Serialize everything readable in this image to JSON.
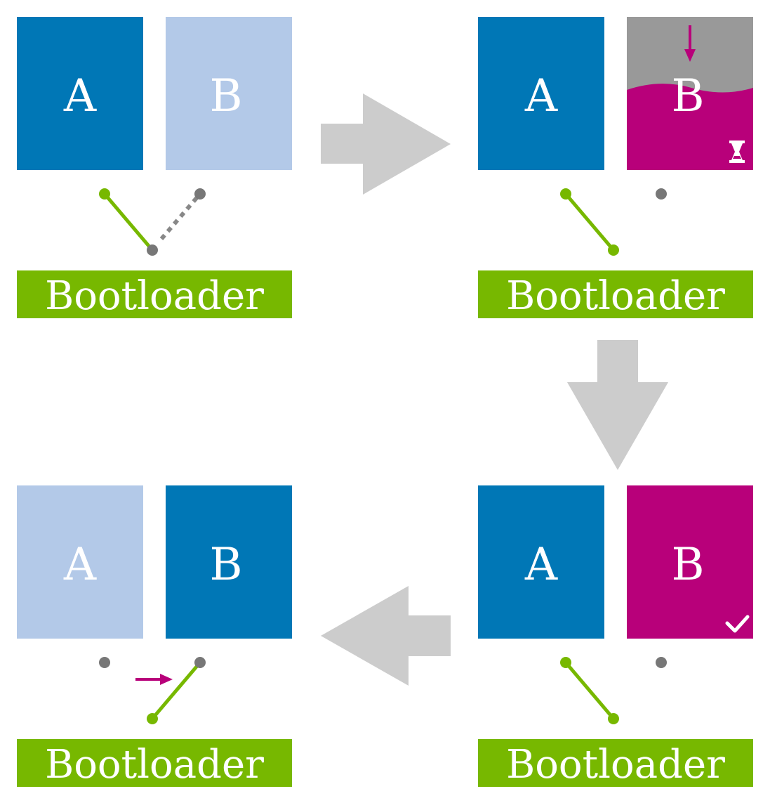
{
  "colors": {
    "active_slot": "#0077b6",
    "inactive_slot": "#b3c9e8",
    "updating_slot": "#b8007a",
    "pending_slot": "#999999",
    "bootloader": "#77b800",
    "switch_line": "#77b800",
    "switch_pin": "#777777",
    "step_arrow": "#cccccc",
    "update_arrow": "#b8007a",
    "label_text": "#ffffff"
  },
  "panels": [
    {
      "step": 1,
      "slots": [
        {
          "label": "A",
          "state": "active"
        },
        {
          "label": "B",
          "state": "inactive"
        }
      ],
      "bootloader": "Bootloader",
      "boot_target": "A",
      "indicator": "dotted-link-to-B"
    },
    {
      "step": 2,
      "slots": [
        {
          "label": "A",
          "state": "active"
        },
        {
          "label": "B",
          "state": "writing-update",
          "icon": "hourglass-icon"
        }
      ],
      "bootloader": "Bootloader",
      "boot_target": "A",
      "indicator": "down-arrow-into-B"
    },
    {
      "step": 3,
      "slots": [
        {
          "label": "A",
          "state": "active"
        },
        {
          "label": "B",
          "state": "update-complete",
          "icon": "checkmark-icon"
        }
      ],
      "bootloader": "Bootloader",
      "boot_target": "A",
      "indicator": "none"
    },
    {
      "step": 4,
      "slots": [
        {
          "label": "A",
          "state": "inactive"
        },
        {
          "label": "B",
          "state": "active"
        }
      ],
      "bootloader": "Bootloader",
      "boot_target": "B",
      "indicator": "switch-arrow-to-B"
    }
  ],
  "flow_arrows": [
    "right",
    "down",
    "left"
  ]
}
